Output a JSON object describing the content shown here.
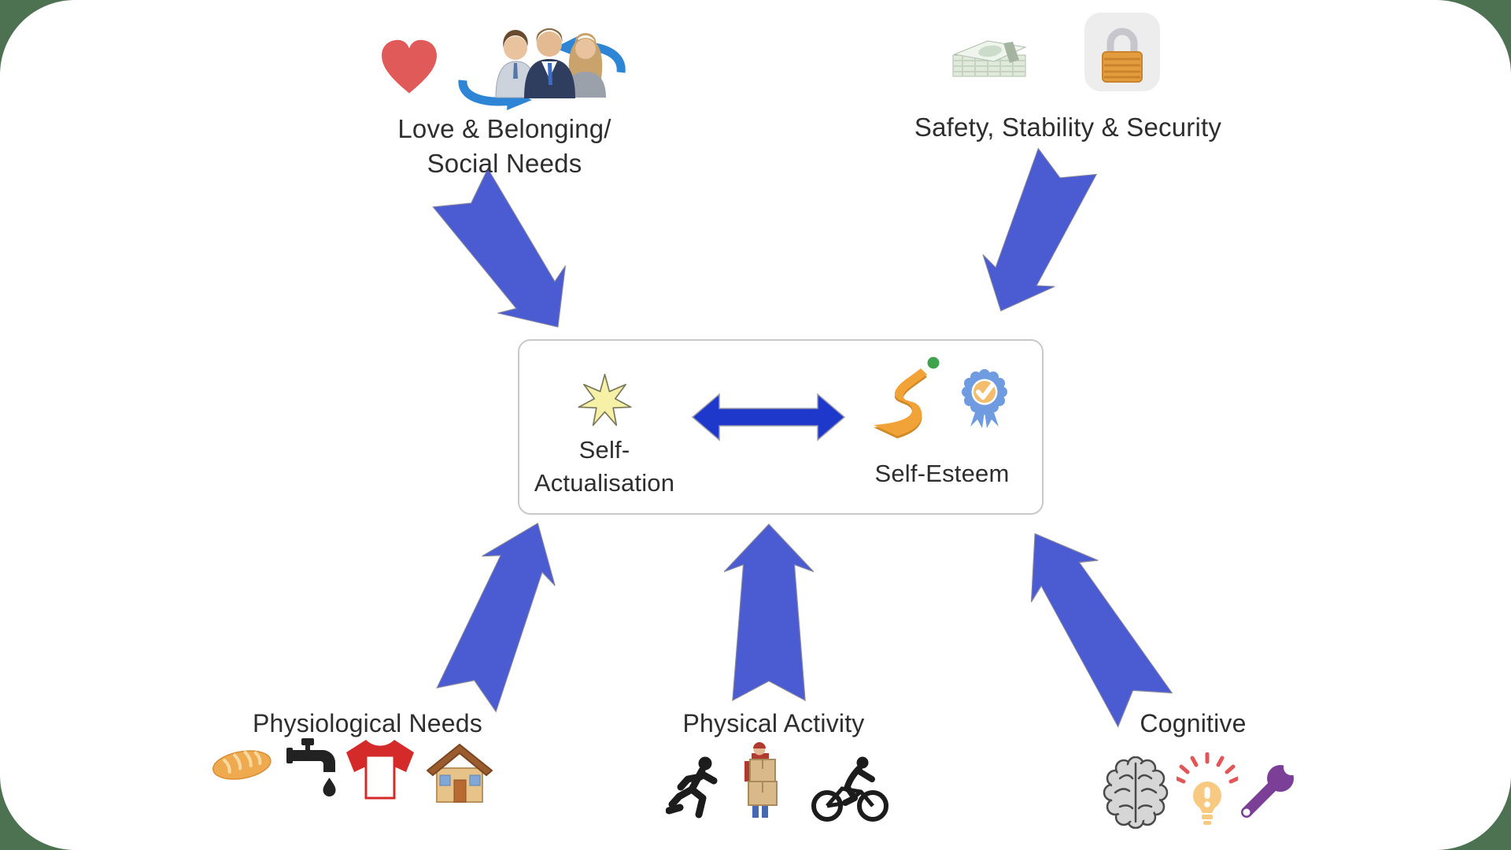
{
  "diagram_title": "",
  "colors": {
    "backdrop_green": "#4d7252",
    "canvas_white": "#ffffff",
    "block_arrow_blue": "#4b5cd3",
    "double_arrow_blue": "#1d38cb",
    "text_dark": "#2e2e2e",
    "box_border_gray": "#c9c9c9",
    "heart_red": "#e05a5a",
    "star_yellow": "#f7f1a8",
    "road_orange": "#f2a338",
    "badge_blue": "#6f9be0",
    "shirt_red": "#d42a2a",
    "wrench_purple": "#7b3f98",
    "lock_orange": "#e59c3e"
  },
  "nodes": {
    "love_belonging": {
      "label": "Love & Belonging/\nSocial Needs",
      "icons": [
        "heart-icon",
        "people-sync-icon"
      ]
    },
    "safety": {
      "label": "Safety, Stability & Security",
      "icons": [
        "money-stack-icon",
        "padlock-icon"
      ]
    },
    "self_actualisation": {
      "label": "Self-\nActualisation",
      "icons": [
        "star-icon"
      ]
    },
    "self_esteem": {
      "label": "Self-Esteem",
      "icons": [
        "winding-path-icon",
        "award-badge-icon"
      ]
    },
    "physiological": {
      "label": "Physiological Needs",
      "icons": [
        "bread-icon",
        "faucet-icon",
        "tshirt-icon",
        "house-icon"
      ]
    },
    "physical_activity": {
      "label": "Physical Activity",
      "icons": [
        "runner-icon",
        "box-carrier-icon",
        "cyclist-icon"
      ]
    },
    "cognitive": {
      "label": "Cognitive",
      "icons": [
        "brain-icon",
        "lightbulb-icon",
        "wrench-icon"
      ]
    }
  },
  "relations": [
    {
      "from": "love_belonging",
      "to": "center",
      "style": "block-arrow"
    },
    {
      "from": "safety",
      "to": "center",
      "style": "block-arrow"
    },
    {
      "from": "physiological",
      "to": "center",
      "style": "block-arrow"
    },
    {
      "from": "physical_activity",
      "to": "center",
      "style": "block-arrow"
    },
    {
      "from": "cognitive",
      "to": "center",
      "style": "block-arrow"
    },
    {
      "from": "self_actualisation",
      "to": "self_esteem",
      "style": "double-arrow"
    }
  ]
}
